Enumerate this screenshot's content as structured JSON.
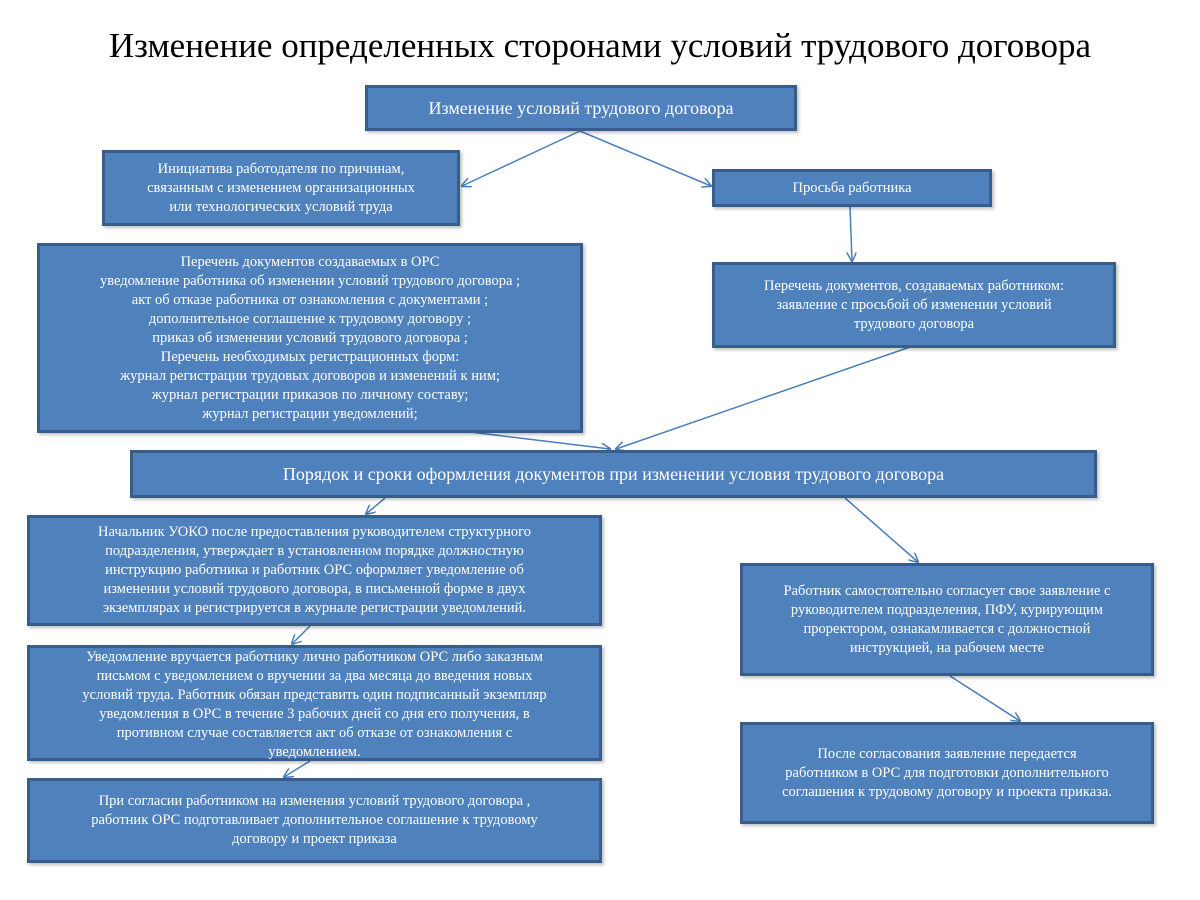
{
  "title": "Изменение определенных сторонами условий трудового договора",
  "root": "Изменение условий трудового договора",
  "employer_initiative": [
    "Инициатива работодателя по причинам,",
    "связанным с изменением организационных",
    "или технологических условий труда"
  ],
  "employee_request": "Просьба работника",
  "ors_documents": [
    "Перечень документов создаваемых в ОРС",
    "уведомление работника об изменении условий трудового договора ;",
    "акт об отказе работника от ознакомления с документами ;",
    "дополнительное соглашение к трудовому договору ;",
    "приказ об изменении условий трудового договора ;",
    "Перечень необходимых регистрационных форм:",
    "журнал регистрации трудовых договоров и изменений к ним;",
    "журнал регистрации приказов по личному составу;",
    "журнал регистрации уведомлений;"
  ],
  "employee_documents": [
    "Перечень документов, создаваемых работником:",
    "заявление с просьбой об изменении условий",
    "трудового договора"
  ],
  "procedure": "Порядок и сроки оформления документов при изменении условия трудового договора",
  "step_left_1": [
    "Начальник УОКО после предоставления руководителем структурного",
    "подразделения, утверждает в установленном порядке должностную",
    "инструкцию работника и  работник ОРС оформляет уведомление об",
    "изменении условий трудового договора, в письменной форме  в двух",
    "экземплярах и регистрируется в журнале регистрации уведомлений."
  ],
  "step_left_2": [
    "Уведомление вручается работнику лично работником ОРС либо заказным",
    "письмом с уведомлением о вручении за два месяца до введения новых",
    "условий труда. Работник обязан представить один подписанный экземпляр",
    "уведомления в ОРС в течение 3 рабочих дней со дня его получения, в",
    "противном случае составляется акт об отказе от ознакомления с",
    "уведомлением."
  ],
  "step_left_3": [
    "При согласии работником на изменения условий трудового договора ,",
    "работник ОРС подготавливает дополнительное соглашение к трудовому",
    "договору и проект приказа"
  ],
  "step_right_1": [
    "Работник самостоятельно  согласует свое заявление с",
    "руководителем  подразделения, ПФУ, курирующим",
    "проректором, ознакамливается с должностной",
    "инструкцией, на рабочем месте"
  ],
  "step_right_2": [
    "После согласования заявление передается",
    "работником в ОРС для подготовки дополнительного",
    "соглашения к трудовому договору и проекта приказа."
  ],
  "colors": {
    "box_fill": "#4f81bd",
    "box_border": "#385d8a",
    "arrow": "#4a7ebb"
  }
}
